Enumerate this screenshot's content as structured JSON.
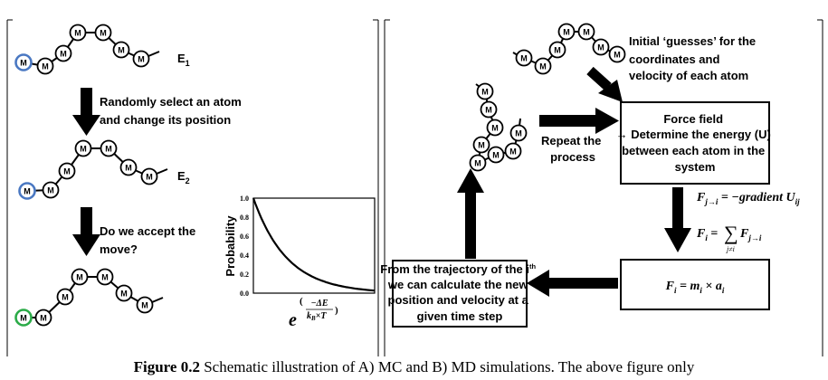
{
  "panel_a": {
    "energy_1": "E",
    "energy_1_sub": "1",
    "energy_2": "E",
    "energy_2_sub": "2",
    "step1": [
      "Randomly select an atom",
      "and change its position"
    ],
    "step2": [
      "Do we accept the",
      "move?"
    ],
    "atom_label": "M",
    "plot": {
      "ylabel": "Probability",
      "yticks": [
        "1.0",
        "0.8",
        "0.6",
        "0.4",
        "0.2",
        "0.0"
      ],
      "xlabel_base": "e",
      "xlabel_num": "−ΔE",
      "xlabel_den": "k",
      "xlabel_den_sub": "B",
      "xlabel_den_tail": "×T"
    }
  },
  "panel_b": {
    "guess_text": [
      "Initial ‘guesses’ for the",
      "coordinates and",
      "velocity of each atom"
    ],
    "force_field": [
      "Force field",
      "→ Determine the energy (U)",
      "between each atom in the",
      "system"
    ],
    "repeat": [
      "Repeat the",
      "process"
    ],
    "eq1": "F",
    "eq1_sub": "j→i",
    "eq1_rhs": " = −gradient U",
    "eq1_rhs_sub": "ij",
    "eq2_lhs": "F",
    "eq2_lhs_sub": "i",
    "eq2_mid": " = ",
    "eq2_sum": "∑",
    "eq2_sum_sub": "j≠i",
    "eq2_rhs": "F",
    "eq2_rhs_sub": "j→i",
    "eq3": "F",
    "eq3_sub": "i",
    "eq3_mid": " = m",
    "eq3_m_sub": "i",
    "eq3_times": " × a",
    "eq3_a_sub": "i",
    "traj_line1": "From the trajectory of the i",
    "traj_sup": "th",
    "traj_rest": [
      "we can calculate the new",
      "position and velocity at a",
      "given time step"
    ]
  },
  "caption": {
    "label": "Figure 0.2",
    "text": " Schematic illustration of A) MC and B) MD simulations. The above figure only"
  },
  "colors": {
    "blue_atom": "#4a78c2",
    "green_atom": "#2bab48"
  }
}
